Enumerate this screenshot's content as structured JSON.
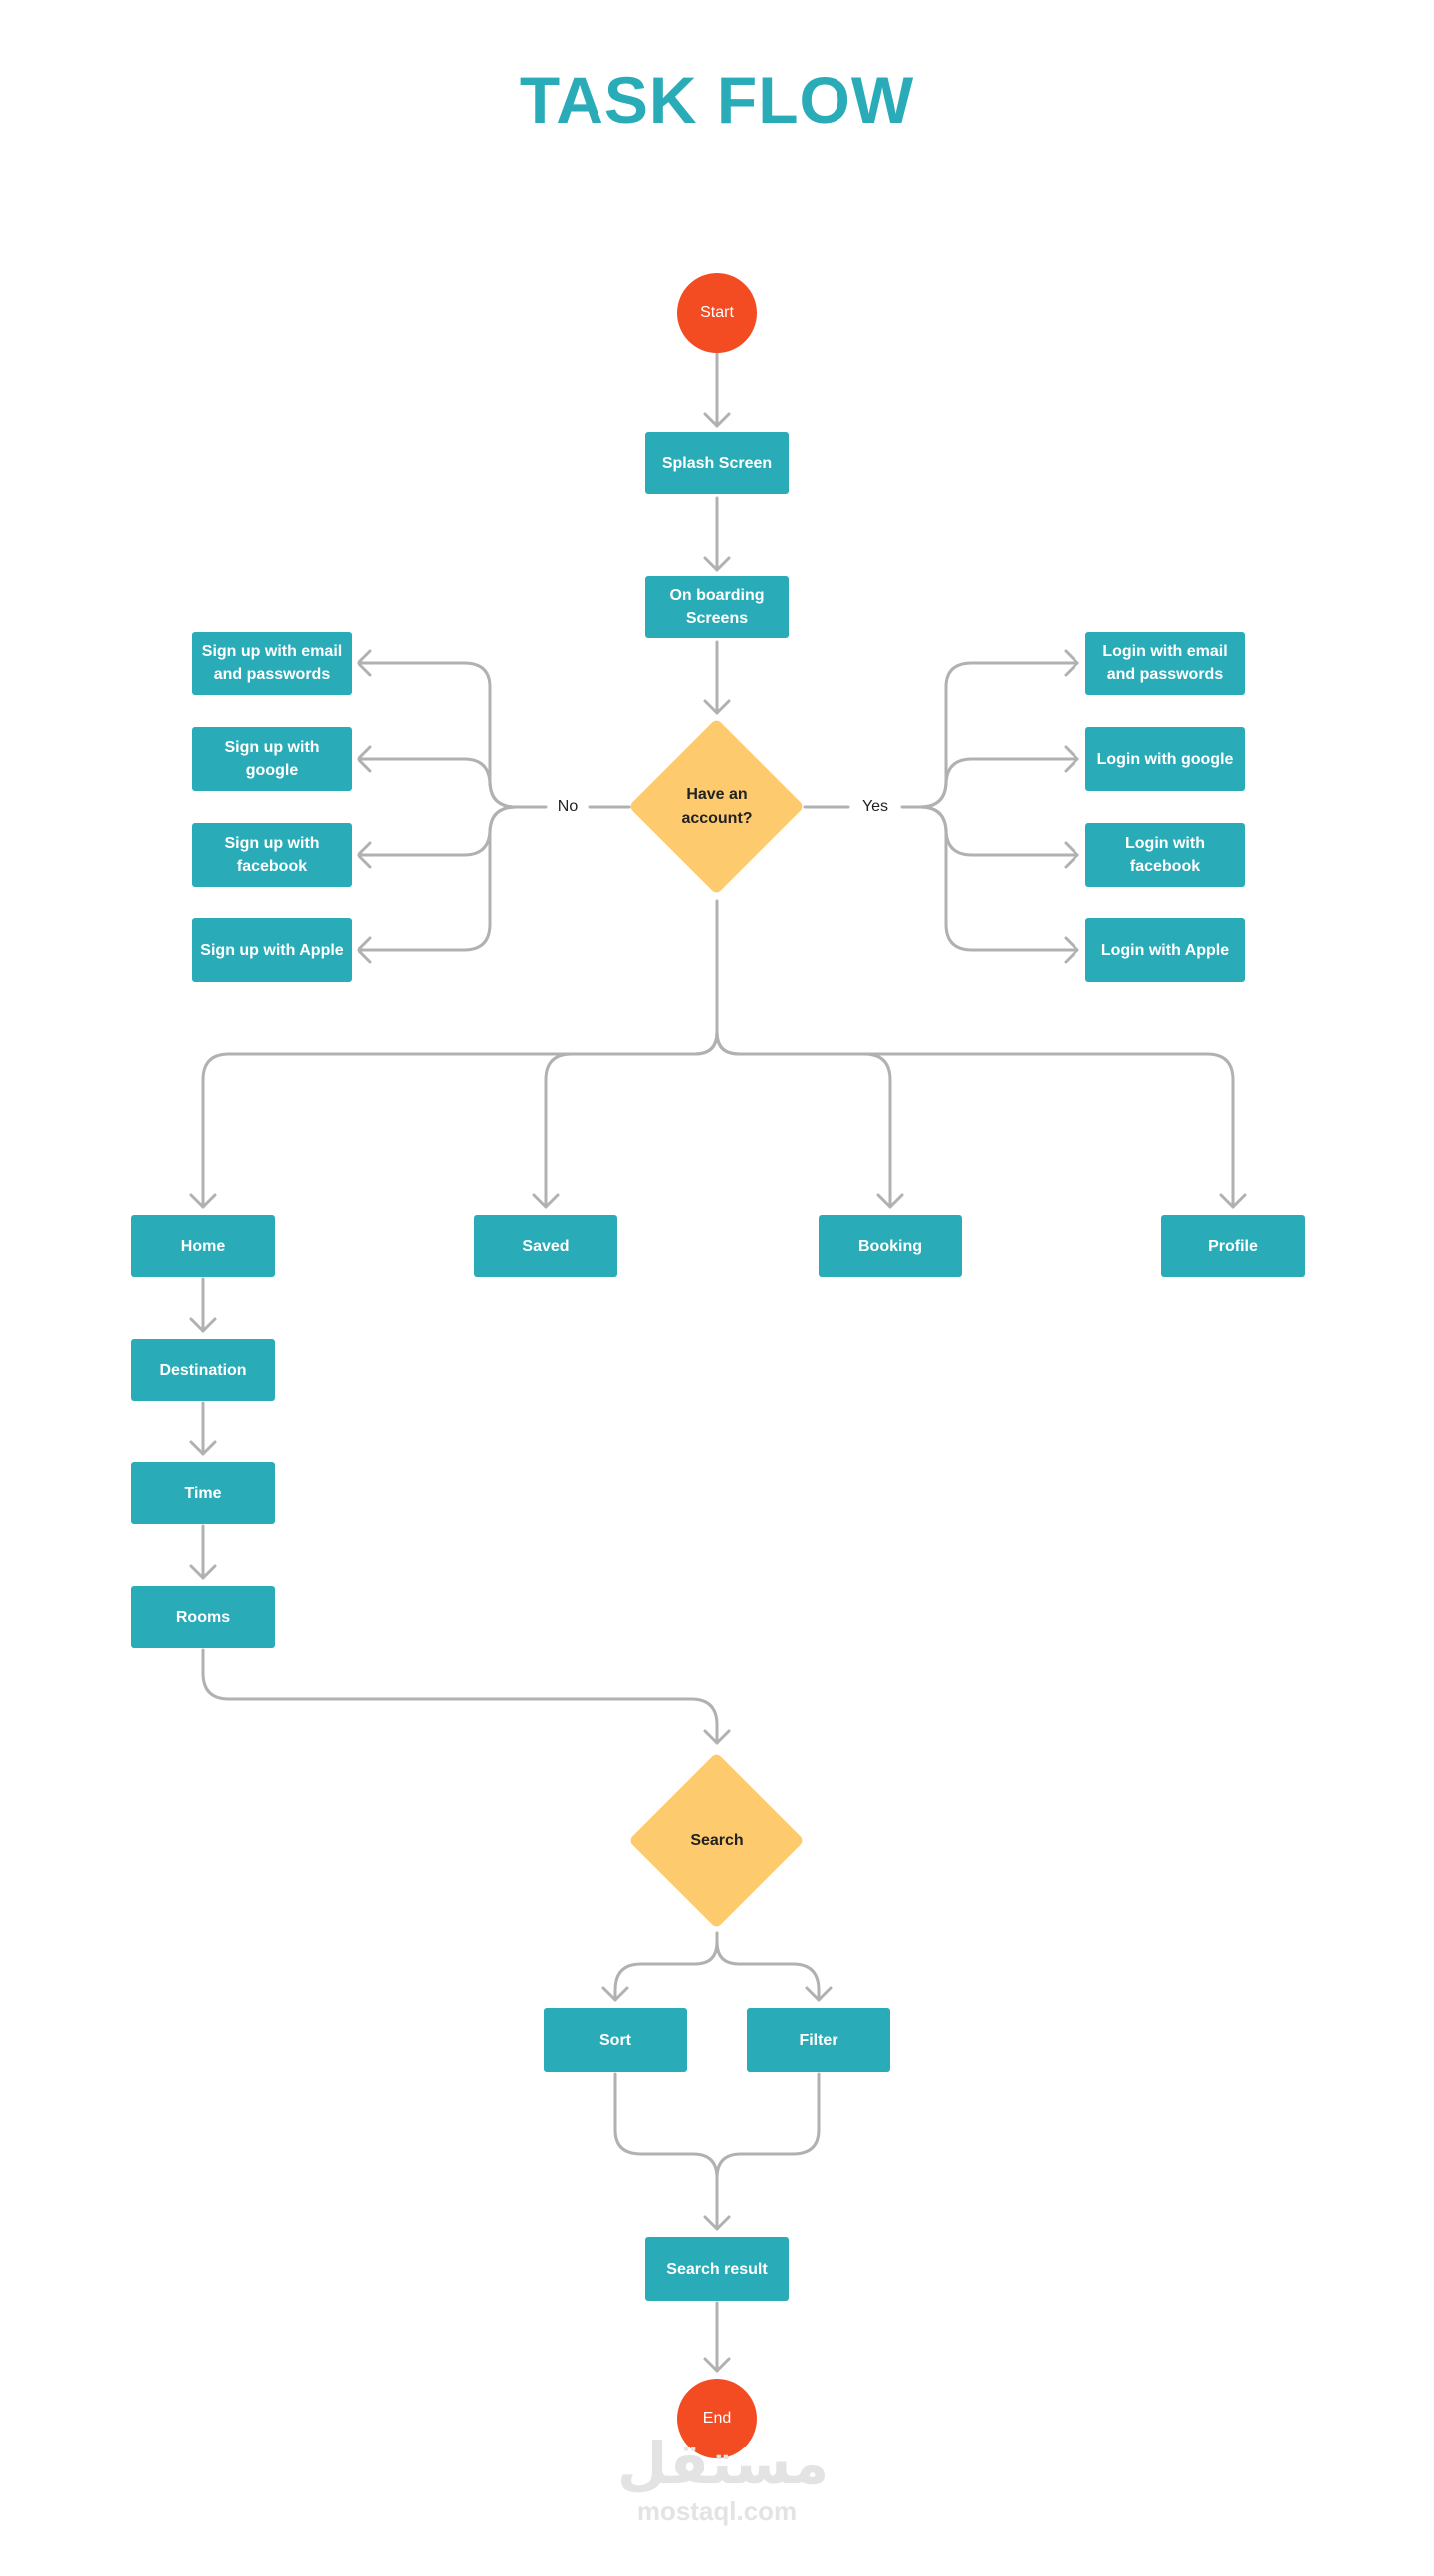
{
  "title": "TASK FLOW",
  "colors": {
    "accent": "#2aacb8",
    "terminal": "#f34b22",
    "decision": "#fdcb6e",
    "connector": "#b1b1b1"
  },
  "nodes": {
    "start": "Start",
    "splash": "Splash Screen",
    "onboarding": "On boarding Screens",
    "decision_account": "Have an account?",
    "branch_no": "No",
    "branch_yes": "Yes",
    "signup": [
      "Sign up with email and passwords",
      "Sign up with google",
      "Sign up with facebook",
      "Sign up with Apple"
    ],
    "login": [
      "Login with email and passwords",
      "Login with google",
      "Login with facebook",
      "Login with Apple"
    ],
    "tabs": [
      "Home",
      "Saved",
      "Booking",
      "Profile"
    ],
    "home_flow": [
      "Destination",
      "Time",
      "Rooms"
    ],
    "decision_search": "Search",
    "sort": "Sort",
    "filter": "Filter",
    "search_result": "Search result",
    "end": "End"
  },
  "watermark": {
    "arabic": "مستقل",
    "latin": "mostaql.com"
  }
}
